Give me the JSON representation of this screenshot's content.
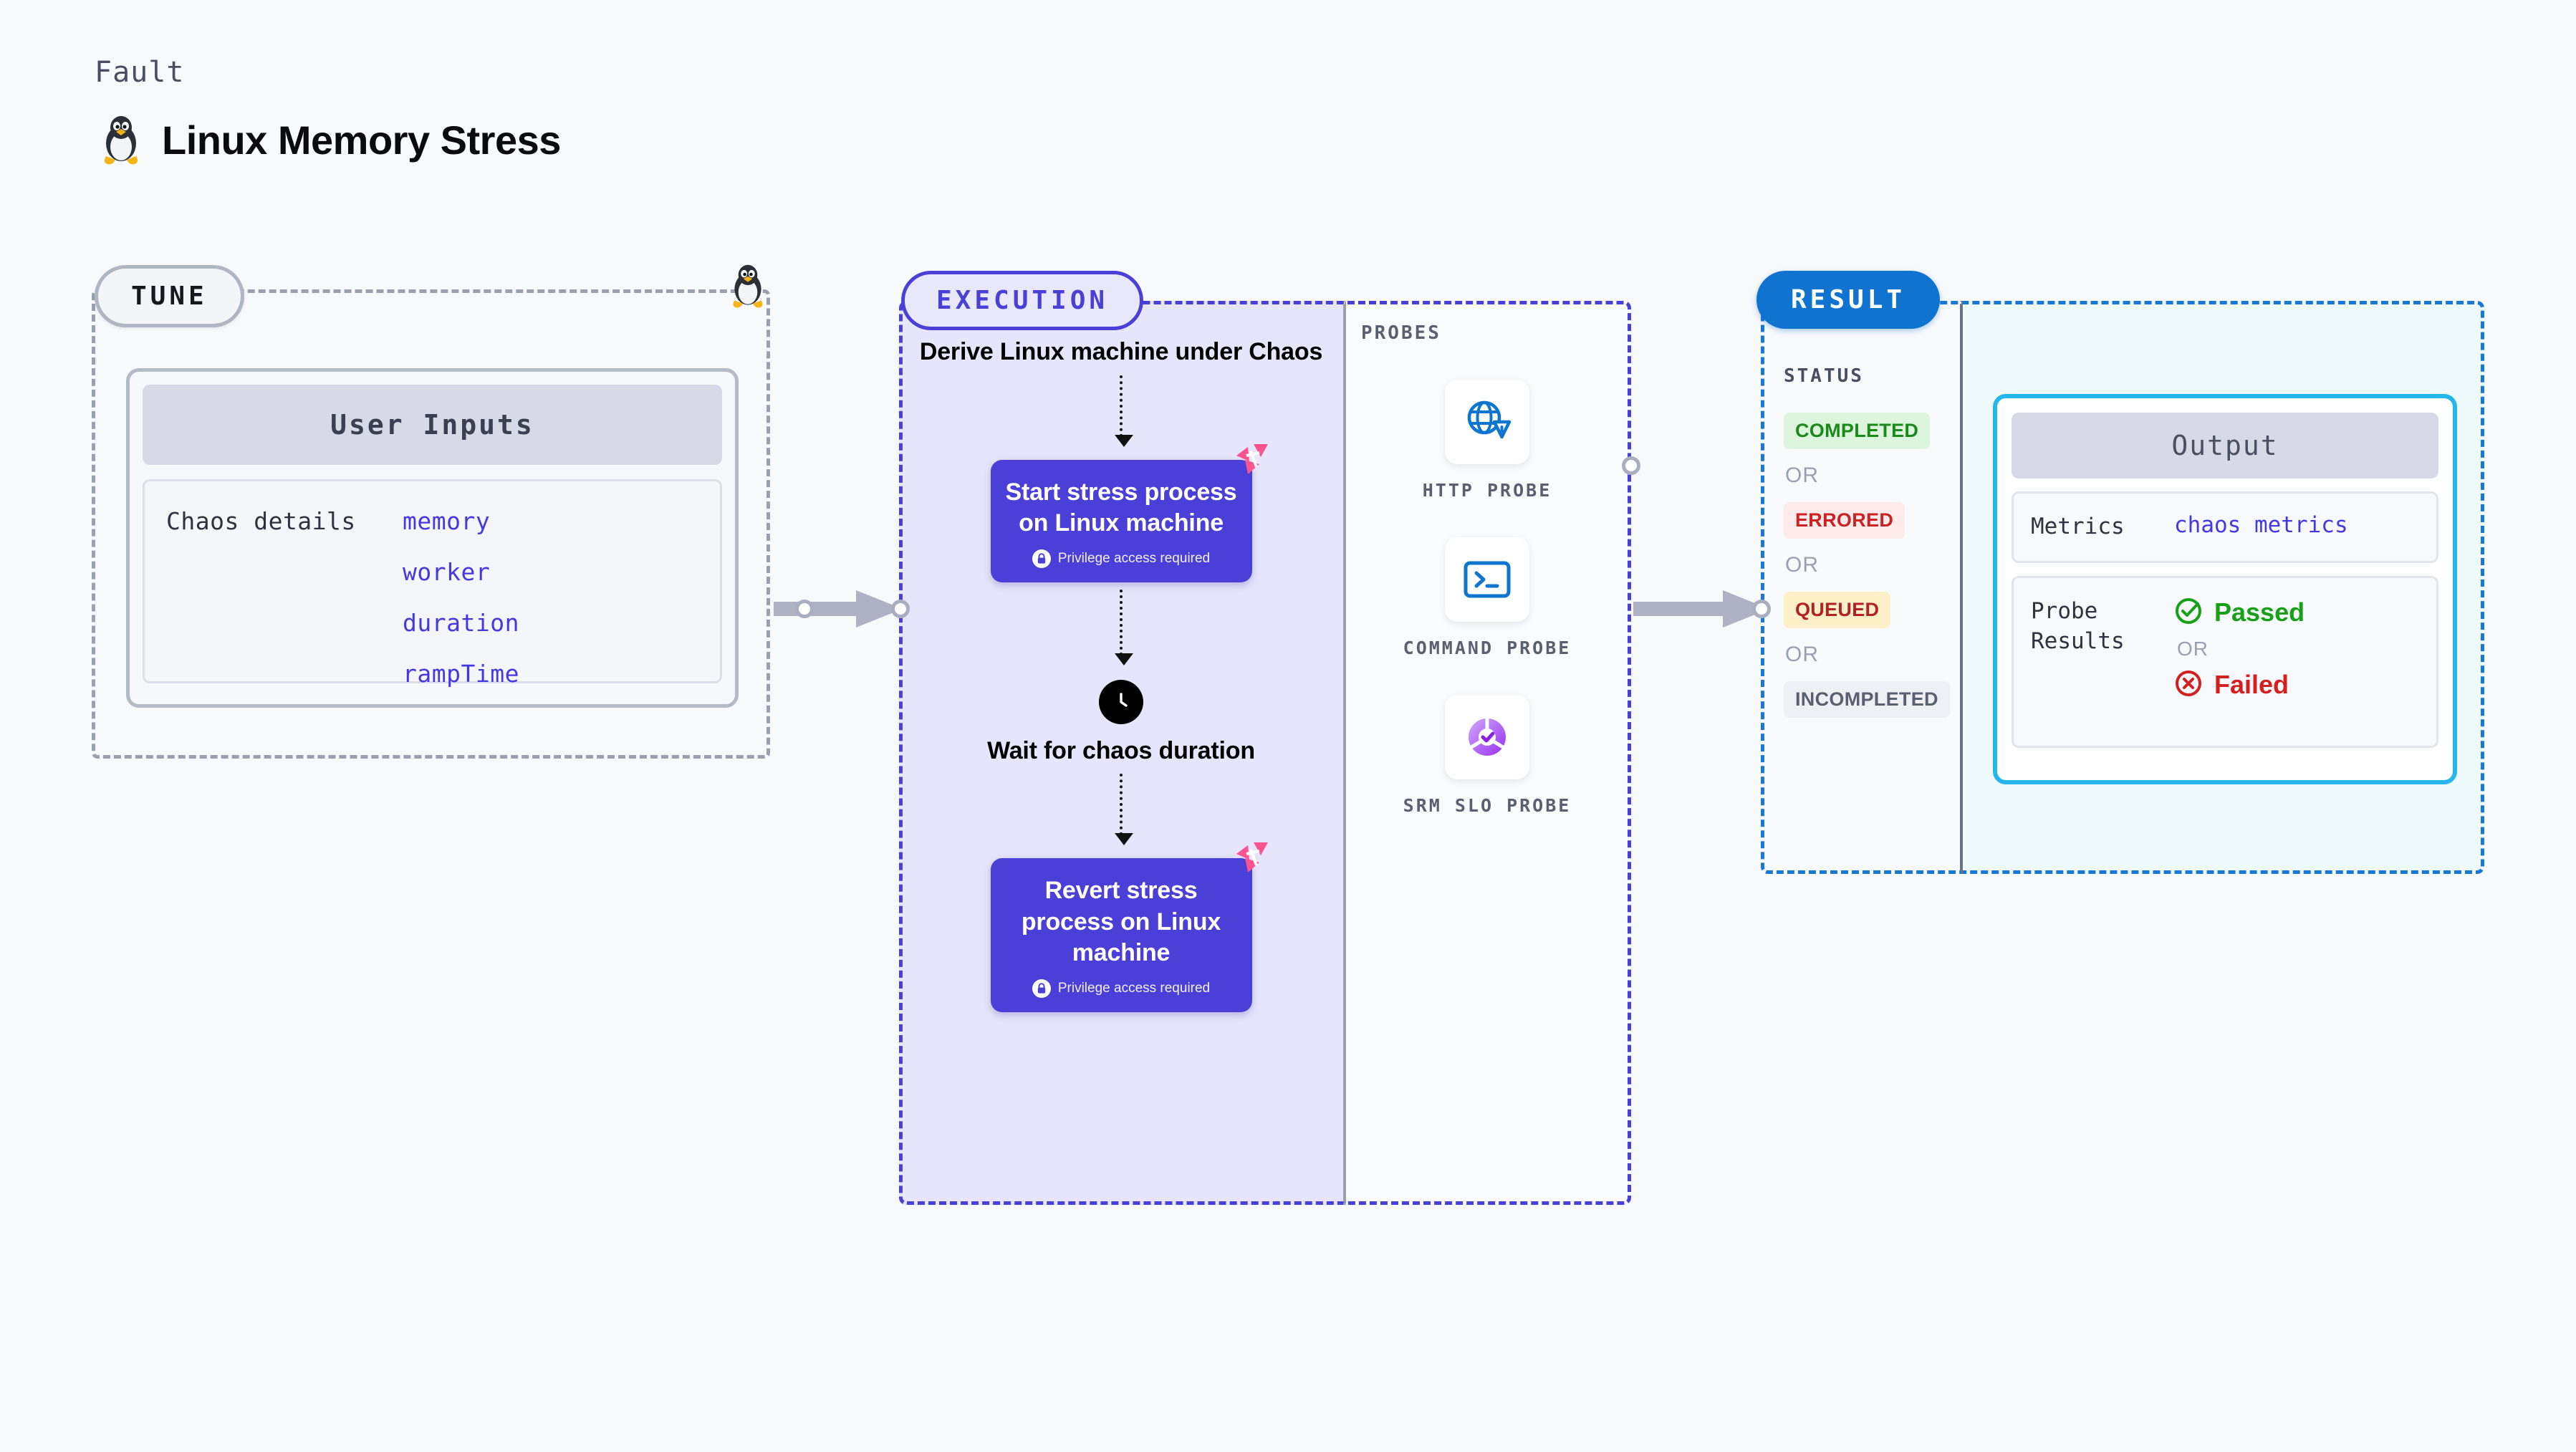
{
  "header": {
    "eyebrow": "Fault",
    "title": "Linux Memory Stress",
    "icon": "linux-penguin-icon"
  },
  "tune": {
    "badge": "TUNE",
    "card_title": "User Inputs",
    "row_label": "Chaos details",
    "params": [
      "memory",
      "worker",
      "duration",
      "rampTime"
    ]
  },
  "execution": {
    "badge": "EXECUTION",
    "steps": [
      {
        "type": "text",
        "label": "Derive Linux machine under Chaos"
      },
      {
        "type": "node",
        "label": "Start stress process on Linux machine",
        "note": "Privilege access required",
        "badge_icon": "harness-logo-icon",
        "lock_icon": "lock-icon"
      },
      {
        "type": "wait",
        "label": "Wait for chaos duration",
        "icon": "clock-icon"
      },
      {
        "type": "node",
        "label": "Revert stress process on Linux machine",
        "note": "Privilege access required",
        "badge_icon": "harness-logo-icon",
        "lock_icon": "lock-icon"
      }
    ]
  },
  "probes": {
    "label": "PROBES",
    "items": [
      {
        "name": "HTTP PROBE",
        "icon": "globe-warning-icon"
      },
      {
        "name": "COMMAND PROBE",
        "icon": "terminal-icon"
      },
      {
        "name": "SRM SLO PROBE",
        "icon": "slo-donut-check-icon"
      }
    ]
  },
  "result": {
    "badge": "RESULT",
    "status_title": "STATUS",
    "or_label": "OR",
    "statuses": [
      {
        "label": "COMPLETED",
        "bg": "#ddf5dd",
        "fg": "#1a8a1a"
      },
      {
        "label": "ERRORED",
        "bg": "#fdeaea",
        "fg": "#cc2222"
      },
      {
        "label": "QUEUED",
        "bg": "#fdf0c8",
        "fg": "#b22222"
      },
      {
        "label": "INCOMPLETED",
        "bg": "#eef0f6",
        "fg": "#5a5f72"
      }
    ],
    "output": {
      "title": "Output",
      "metrics_key": "Metrics",
      "metrics_value": "chaos metrics",
      "probe_key": "Probe Results",
      "passed": "Passed",
      "failed": "Failed",
      "or_label": "OR",
      "pass_icon": "check-circle-icon",
      "fail_icon": "x-circle-icon"
    }
  },
  "colors": {
    "page_bg": "#f8f9fb",
    "tune_border": "#9aa0b0",
    "execution_accent": "#4a3fd6",
    "execution_bg": "#e6e5fb",
    "result_accent": "#1779d4",
    "result_bg": "#effafd",
    "output_border": "#25b6ec",
    "param_text": "#4638e0",
    "harness_pink": "#f9548f"
  }
}
